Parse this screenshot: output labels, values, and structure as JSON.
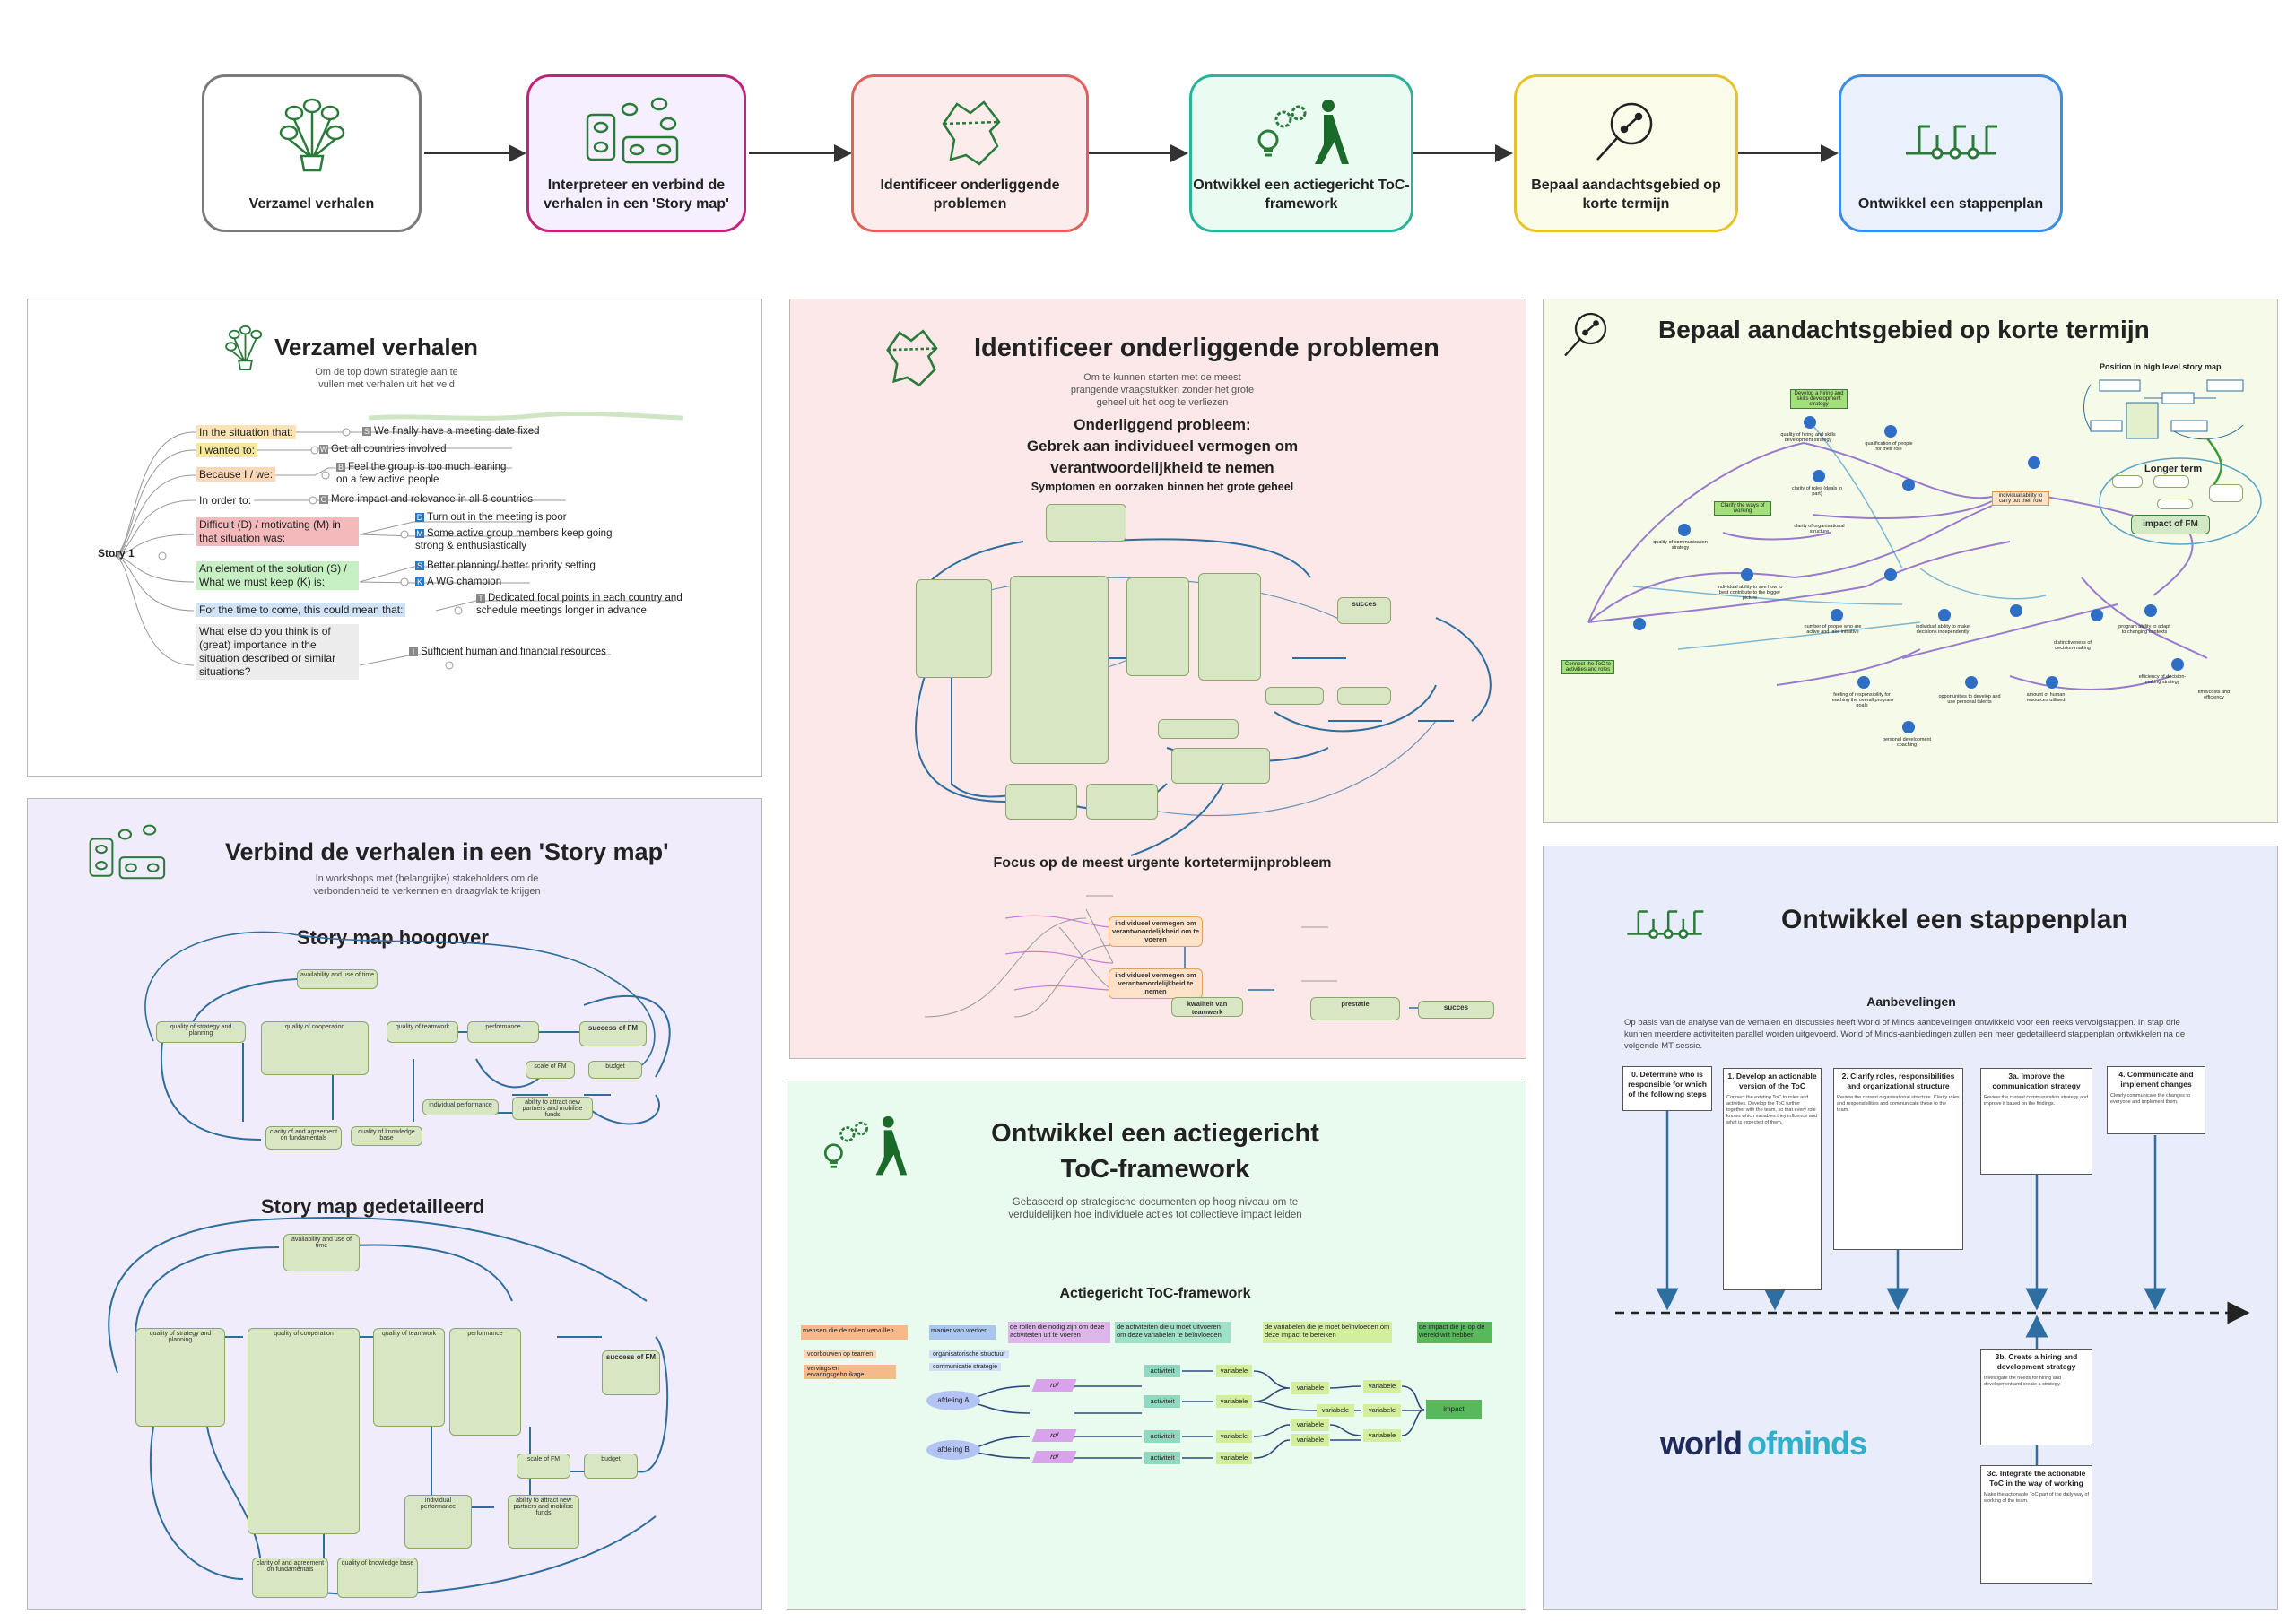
{
  "flow": [
    {
      "label": "Verzamel verhalen",
      "color": "#7a7a7a",
      "bg": "#ffffff"
    },
    {
      "label": "Interpreteer en verbind de verhalen in een 'Story map'",
      "color": "#c0237a",
      "bg": "#f5efff"
    },
    {
      "label": "Identificeer onderliggende problemen",
      "color": "#e0605a",
      "bg": "#fdecec"
    },
    {
      "label": "Ontwikkel een actiegericht ToC-framework",
      "color": "#2bb39a",
      "bg": "#eafbf1"
    },
    {
      "label": "Bepaal aandachtsgebied op korte termijn",
      "color": "#e7c22a",
      "bg": "#fbfbe9"
    },
    {
      "label": "Ontwikkel een stappenplan",
      "color": "#3a8de0",
      "bg": "#eaf0fc"
    }
  ],
  "verzamel": {
    "title": "Verzamel verhalen",
    "subtitle_1": "Om de top down strategie aan te",
    "subtitle_2": "vullen met verhalen uit het veld",
    "story": "Story 1",
    "rows": [
      {
        "label": "In the situation that:",
        "value": "We finally have a meeting date fixed",
        "tag": "S"
      },
      {
        "label": "I wanted to:",
        "value": "Get all countries involved",
        "tag": "W"
      },
      {
        "label": "Because I / we:",
        "value": "Feel the group is too much leaning on a few active people",
        "tag": "B"
      },
      {
        "label": "In order to:",
        "value": "More impact and relevance in all 6 countries",
        "tag": "O"
      },
      {
        "label": "Difficult (D) / motivating (M) in that situation was:",
        "value": "Turn out in the meeting is poor",
        "tag": "D"
      },
      {
        "label": "",
        "value": "Some active group members keep going strong & enthusiastically",
        "tag": "M"
      },
      {
        "label": "An element of the solution (S) / What we must keep (K) is:",
        "value": "Better planning/ better priority setting",
        "tag": "S"
      },
      {
        "label": "",
        "value": "A WG champion",
        "tag": "K"
      },
      {
        "label": "For the time to come, this could mean that:",
        "value": "Dedicated focal points in each country and schedule meetings longer in advance",
        "tag": "T"
      },
      {
        "label": "What else do you think is of (great) importance in the situation described or similar situations?",
        "value": "Sufficient human and financial resources",
        "tag": "I"
      }
    ]
  },
  "storymap": {
    "title": "Verbind de verhalen in een 'Story map'",
    "subtitle_1": "In workshops met (belangrijke) stakeholders om de",
    "subtitle_2": "verbondenheid te verkennen en draagvlak te krijgen",
    "h1": "Story map hoogover",
    "h2": "Story map gedetailleerd",
    "nodes": [
      "availability and use of time",
      "quality of strategy and planning",
      "quality of cooperation",
      "quality of teamwork",
      "performance",
      "success of FM",
      "scale of FM",
      "budget",
      "individual performance",
      "ability to attract new partners and mobilise funds",
      "clarity of and agreement on fundamentals",
      "quality of knowledge base"
    ]
  },
  "problemen": {
    "title": "Identificeer onderliggende problemen",
    "subtitle_1": "Om te kunnen starten met de meest",
    "subtitle_2": "prangende vraagstukken zonder het grote",
    "subtitle_3": "geheel uit het oog te verliezen",
    "problem_1": "Onderliggend probleem:",
    "problem_2": "Gebrek aan individueel vermogen om",
    "problem_3": "verantwoordelijkheid te nemen",
    "symptoms": "Symptomen en oorzaken binnen het grote geheel",
    "focus": "Focus op de meest urgente kortetermijnprobleem",
    "nodes": [
      "individueel vermogen om verantwoordelijkheid om te voeren",
      "individueel vermogen om verantwoordelijkheid te nemen",
      "kwaliteit van teamwerk",
      "prestatie",
      "succes"
    ]
  },
  "toc": {
    "title_1": "Ontwikkel een actiegericht",
    "title_2": "ToC-framework",
    "subtitle_1": "Gebaseerd op strategische documenten op hoog niveau om te",
    "subtitle_2": "verduidelijken hoe individuele acties tot collectieve impact leiden",
    "framework": "Actiegericht ToC-framework",
    "headers": [
      "mensen die de rollen vervullen",
      "manier van werken",
      "de rollen die nodig zijn om deze activiteiten uit te voeren",
      "de activiteiten die u moet uitvoeren om deze variabelen te beïnvloeden",
      "de variabelen die je moet beïnvloeden om deze impact te bereiken",
      "de impact die je op de wereld wilt hebben"
    ],
    "left_items": [
      "voorbouwen op teamen",
      "vervings en ervaringsgebruikage"
    ],
    "mid_items": [
      "organisatorische structuur",
      "communicatie strategie"
    ],
    "afdeling_a": "afdeling A",
    "afdeling_b": "afdeling B",
    "rol": "rol",
    "activiteit": "activiteit",
    "variabele": "variabele",
    "impact": "impact"
  },
  "aandacht": {
    "title": "Bepaal aandachtsgebied op korte termijn",
    "position": "Position in high level story map",
    "longer_term": "Longer term",
    "impact": "impact of FM",
    "connect": "Connect the ToC to activities and roles",
    "develop": "Develop a hiring and skills development strategy",
    "clarify": "Clarify the ways of working",
    "ability": "individual ability to carry out their role",
    "nodes": [
      "quality of hiring and skills development strategy",
      "qualification of people for their role",
      "clarity of roles (deals in part)",
      "clarity of organisational structure",
      "quality of communication strategy",
      "individual ability to see how to best contribute to the bigger picture",
      "number of people who are active and take initiative",
      "individual ability to make decisions independently",
      "program ability to adapt to changing contexts",
      "feeling of responsibility for reaching the overall program goals",
      "opportunities to develop and use personal talents",
      "personal development coaching",
      "distinctiveness of decision-making",
      "efficiency of decision-making strategy",
      "time/costs and efficiency",
      "amount of human resources utilised"
    ]
  },
  "stappenplan": {
    "title": "Ontwikkel een stappenplan",
    "aanbevelingen": "Aanbevelingen",
    "intro": "Op basis van de analyse van de verhalen en discussies heeft World of Minds aanbevelingen ontwikkeld voor een reeks vervolgstappen. In stap drie kunnen meerdere activiteiten parallel worden uitgevoerd. World of Minds-aanbiedingen zullen een meer gedetailleerd stappenplan ontwikkelen na de volgende MT-sessie.",
    "steps": [
      {
        "title": "0. Determine who is responsible for which of the following steps",
        "body": ""
      },
      {
        "title": "1. Develop an actionable version of the ToC",
        "body": "Connect the existing ToC to roles and activities. Develop the ToC further together with the team, so that every role knows which variables they influence and what is expected of them."
      },
      {
        "title": "2. Clarify roles, responsibilities and organizational structure",
        "body": "Review the current organisational structure. Clarify roles and responsibilities and communicate these to the team."
      },
      {
        "title": "3a. Improve the communication strategy",
        "body": "Review the current communication strategy and improve it based on the findings."
      },
      {
        "title": "4. Communicate and implement changes",
        "body": "Clearly communicate the changes to everyone and implement them."
      },
      {
        "title": "3b. Create a hiring and development strategy",
        "body": "Investigate the needs for hiring and development and create a strategy."
      },
      {
        "title": "3c. Integrate the actionable ToC in the way of working",
        "body": "Make the actionable ToC part of the daily way of working of the team."
      }
    ],
    "logo_1": "world",
    "logo_2": "of",
    "logo_3": "minds"
  }
}
